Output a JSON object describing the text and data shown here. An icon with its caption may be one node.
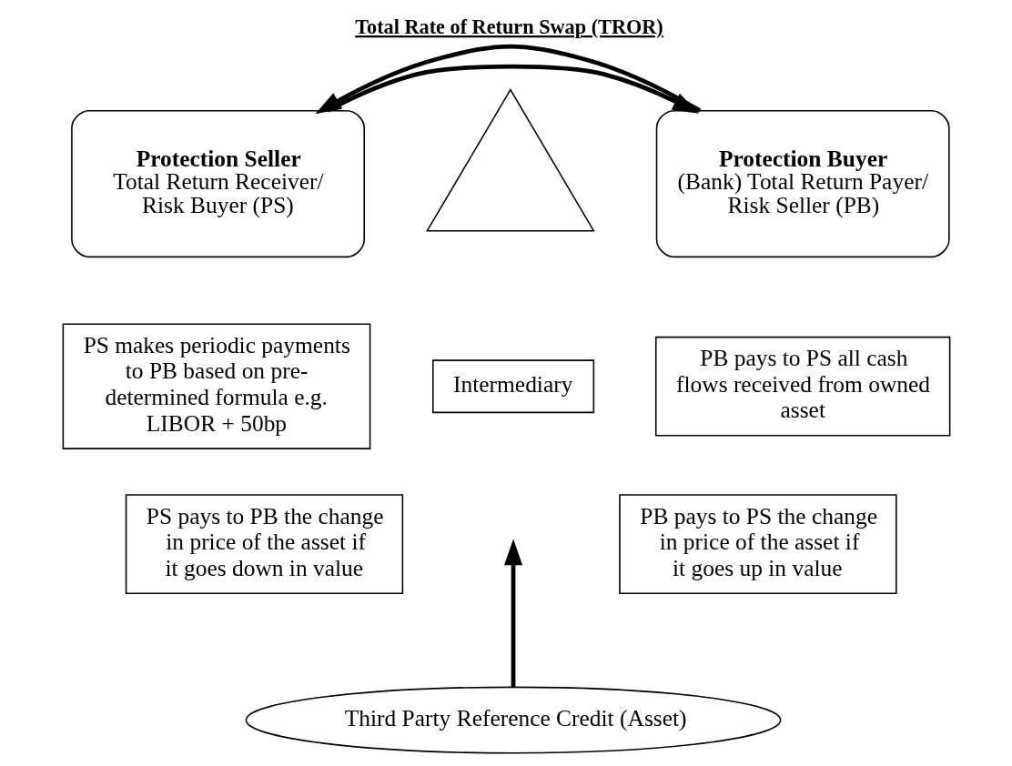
{
  "diagram": {
    "title": "Total Rate of Return Swap (TROR)",
    "nodes": [
      {
        "text": [
          "Protection Seller",
          "Total Return Receiver/ Risk Buyer (PS)"
        ]
      },
      {
        "text": [
          "Protection Buyer",
          "(Bank) Total Return Payer/ Risk Seller (PB)"
        ]
      },
      {
        "text": [],
        "shape": "triangle"
      },
      {
        "text": [
          "Intermediary"
        ]
      },
      {
        "text": [
          "PS makes periodic payments to PB based on pre-determined formula e.g. LIBOR + 50bp"
        ]
      },
      {
        "text": [
          "PB pays to PS all cash flows received from owned asset"
        ]
      },
      {
        "text": [
          "PS pays to PB the change in price of the asset if it goes down in value"
        ]
      },
      {
        "text": [
          "PB pays to PS the change in price of the asset if it goes up in value"
        ]
      },
      {
        "text": [
          "Third Party Reference Credit (Asset)"
        ]
      }
    ],
    "edges": [
      {
        "from": 0,
        "to": 1,
        "arrow": "to"
      },
      {
        "from": 1,
        "to": 0,
        "arrow": "to"
      },
      {
        "from": 8,
        "to": null,
        "arrow": "to"
      }
    ]
  }
}
